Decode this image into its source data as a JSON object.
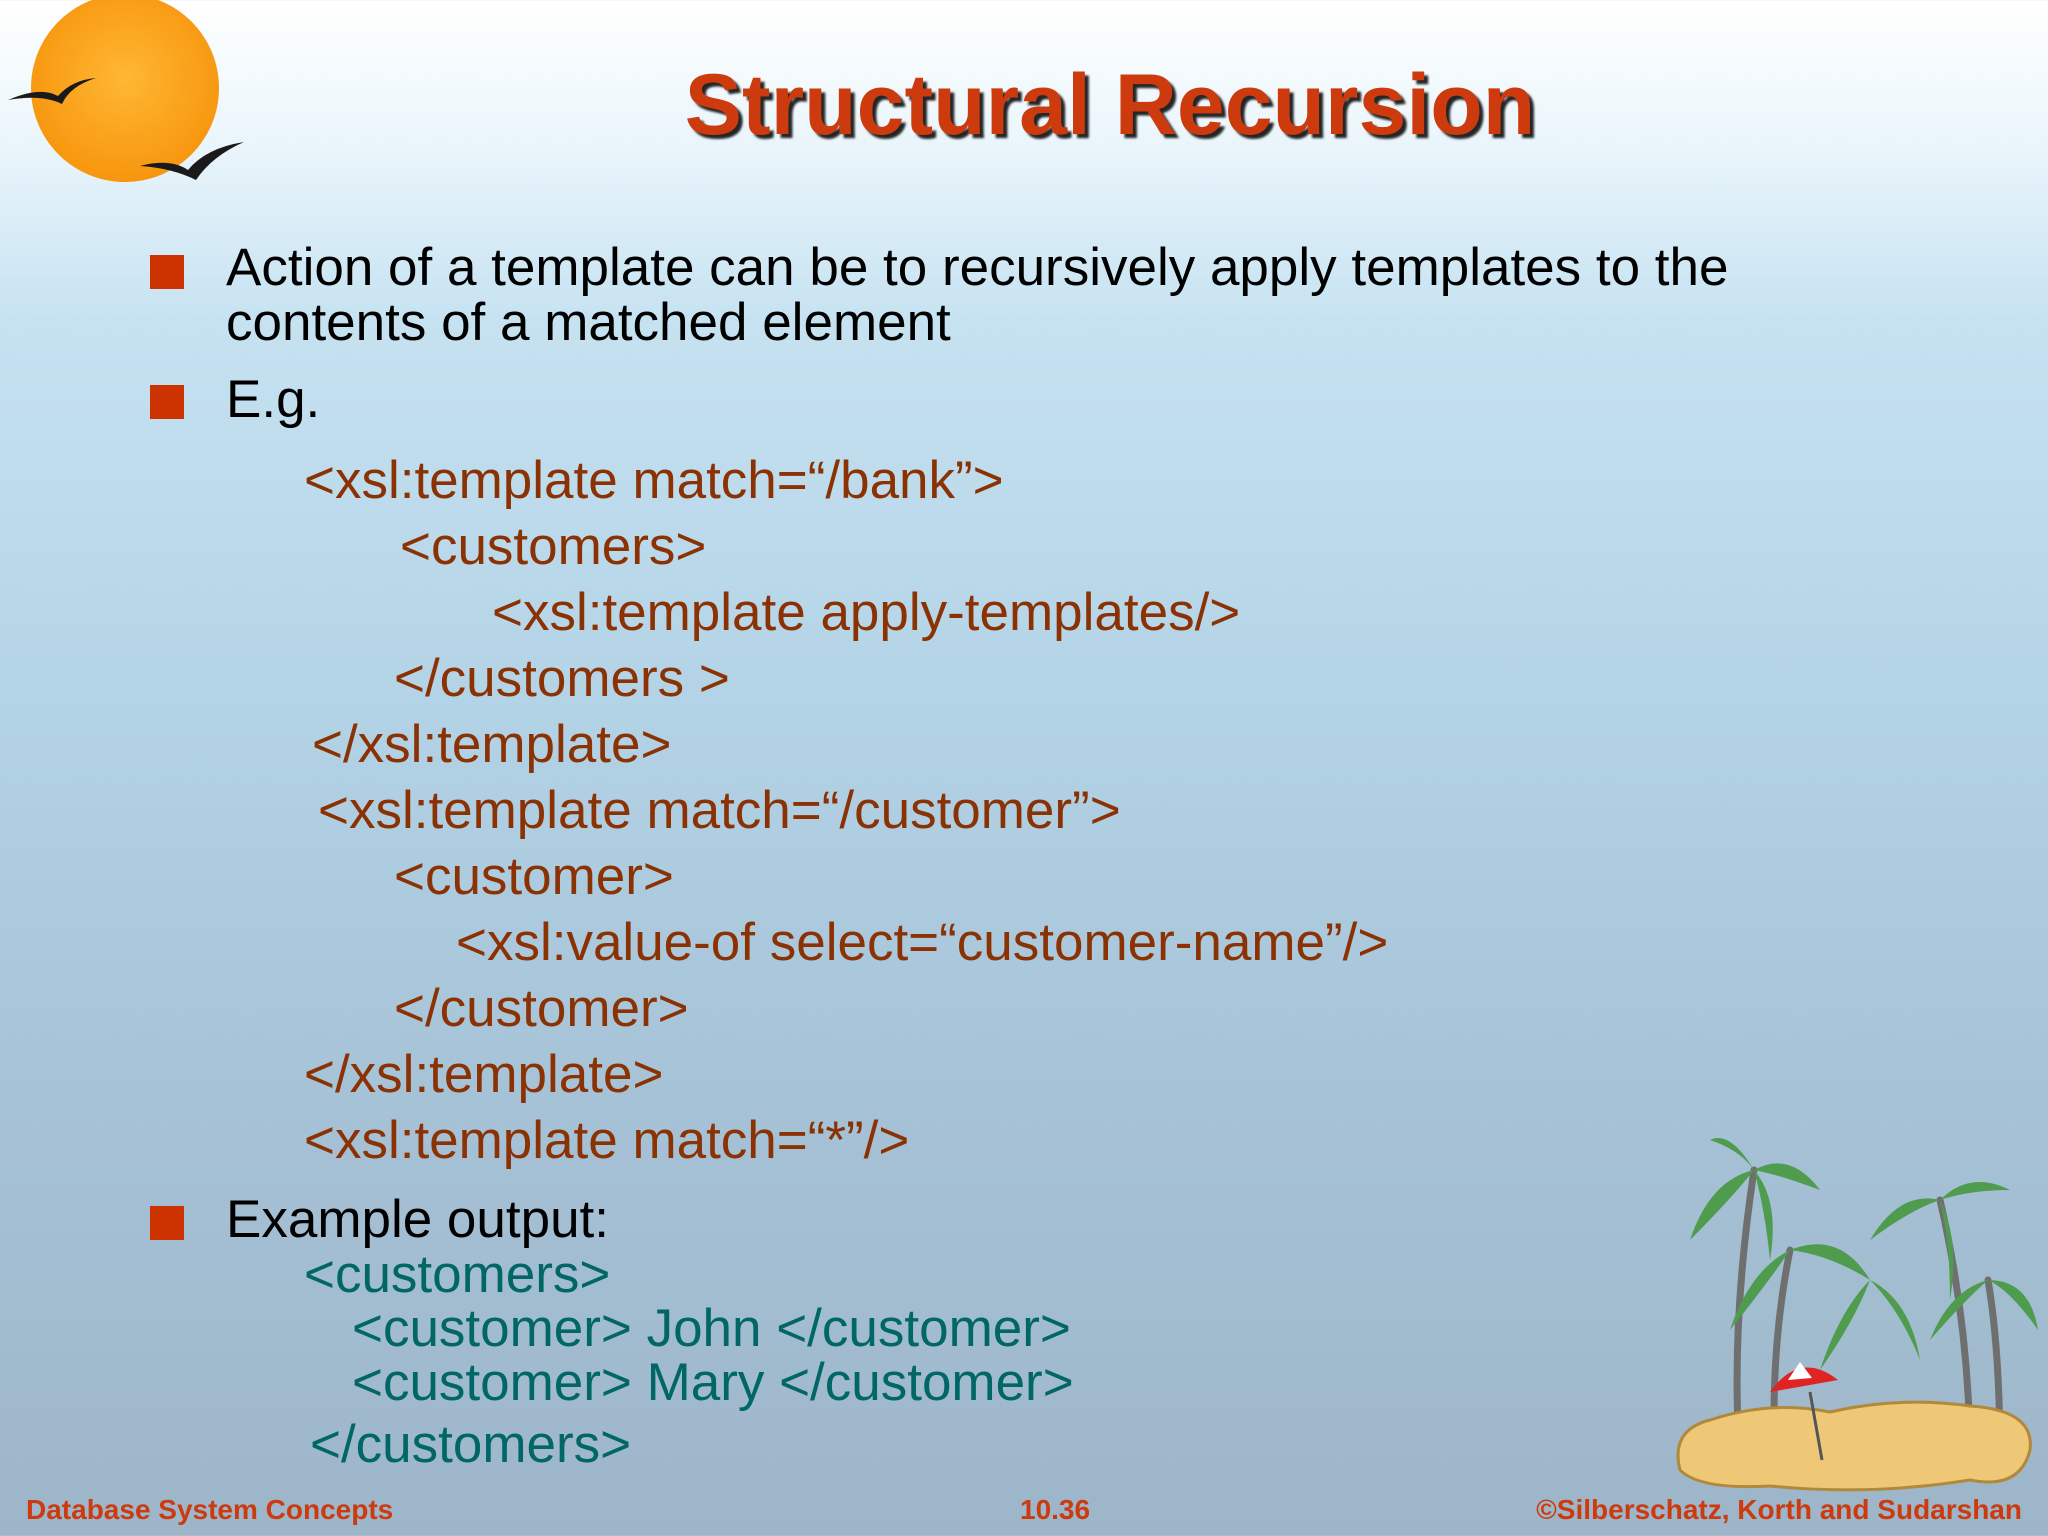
{
  "title": "Structural Recursion",
  "bullets": [
    {
      "line1": "Action of a template can be to recursively apply templates to the",
      "line2": "contents of a matched element"
    },
    {
      "text": "E.g."
    },
    {
      "text": "Example output:"
    }
  ],
  "code_lines": [
    "<xsl:template match=“/bank”>",
    "<customers>",
    "<xsl:template apply-templates/>",
    "</customers >",
    "</xsl:template>",
    "<xsl:template match=“/customer”>",
    "<customer>",
    "<xsl:value-of select=“customer-name”/>",
    "</customer>",
    "</xsl:template>",
    "<xsl:template match=“*”/>"
  ],
  "output_lines": [
    "<customers>",
    "<customer> John </customer>",
    "<customer> Mary </customer>",
    "</customers>"
  ],
  "footer": {
    "left": "Database System Concepts",
    "center": "10.36",
    "right": "©Silberschatz, Korth and Sudarshan"
  },
  "colors": {
    "title": "#cc3a0e",
    "bullet": "#cc3300",
    "code": "#8b3205",
    "output": "#006666"
  },
  "decorations": [
    "sun-with-birds",
    "palm-island-with-umbrella"
  ]
}
